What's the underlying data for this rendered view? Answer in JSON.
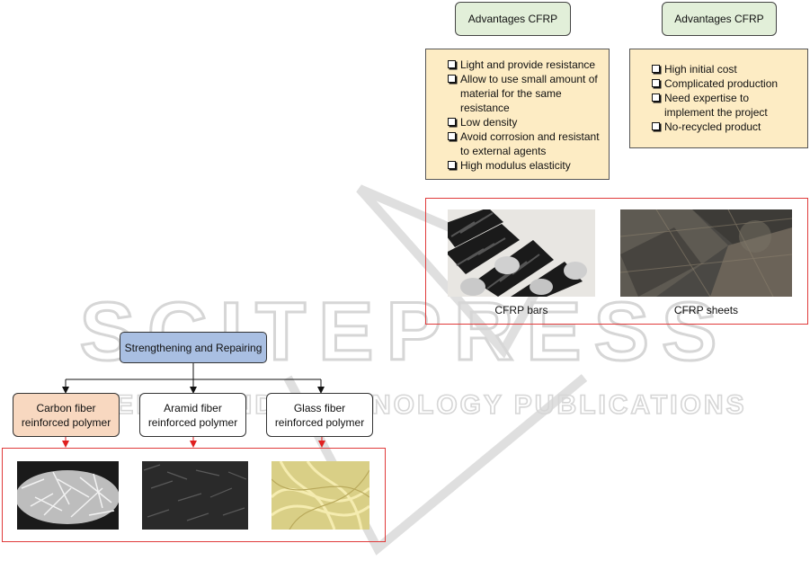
{
  "watermark": {
    "word1": "SCITEPRESS",
    "word2": "SCIENCE AND TECHNOLOGY PUBLICATIONS"
  },
  "cfrp_panel": {
    "left_header": "Advantages CFRP",
    "right_header": "Advantages CFRP",
    "left_items": [
      "Light and provide resistance",
      "Allow to use small amount of material for the same resistance",
      "Low density",
      "Avoid corrosion and resistant to external agents",
      "High modulus elasticity"
    ],
    "right_items": [
      "High initial cost",
      "Complicated production",
      "Need expertise to implement the project",
      "No-recycled product"
    ],
    "photos": [
      {
        "caption": "CFRP bars",
        "image": "cfrp-bars-photo"
      },
      {
        "caption": "CFRP sheets",
        "image": "cfrp-sheets-photo"
      }
    ]
  },
  "hierarchy": {
    "root": "Strengthening and Repairing",
    "children": [
      {
        "line1": "Carbon fiber",
        "line2": "reinforced polymer",
        "image": "carbon-fiber-photo",
        "color": "#f8d8c0"
      },
      {
        "line1": "Aramid fiber",
        "line2": "reinforced polymer",
        "image": "aramid-fiber-photo",
        "color": "#ffffff"
      },
      {
        "line1": "Glass fiber",
        "line2": "reinforced polymer",
        "image": "glass-fiber-photo",
        "color": "#ffffff"
      }
    ]
  },
  "colors": {
    "frame": "#e03b3b",
    "arrow_red": "#e02020",
    "header_green": "#e2efd9",
    "advantage_fill": "#fdecc4",
    "root_blue": "#a9bfe2"
  }
}
